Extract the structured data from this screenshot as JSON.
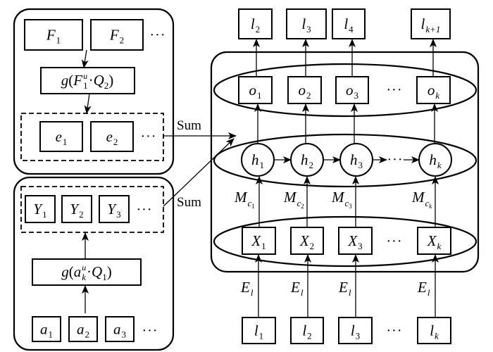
{
  "colors": {
    "stroke": "#000000",
    "background": "#ffffff"
  },
  "feature_module": {
    "inputs": [
      {
        "main": "F",
        "sub": "1"
      },
      {
        "main": "F",
        "sub": "2"
      }
    ],
    "inputs_ellipsis": "···",
    "transform": {
      "fn": "g",
      "open": "(",
      "var": "F",
      "sup": "u",
      "sub": "1",
      "dot": "·",
      "q": "Q",
      "q_sub": "2",
      "close": ")"
    },
    "outputs": [
      {
        "main": "e",
        "sub": "1"
      },
      {
        "main": "e",
        "sub": "2"
      }
    ],
    "outputs_ellipsis": "···",
    "sum_label": "Sum"
  },
  "attribute_module": {
    "outputs": [
      {
        "main": "Y",
        "sub": "1"
      },
      {
        "main": "Y",
        "sub": "2"
      },
      {
        "main": "Y",
        "sub": "3"
      }
    ],
    "outputs_ellipsis": "···",
    "transform": {
      "fn": "g",
      "open": "(",
      "var": "a",
      "sup": "u",
      "sub": "k",
      "dot": "·",
      "q": "Q",
      "q_sub": "1",
      "close": ")"
    },
    "inputs": [
      {
        "main": "a",
        "sub": "1"
      },
      {
        "main": "a",
        "sub": "2"
      },
      {
        "main": "a",
        "sub": "3"
      }
    ],
    "inputs_ellipsis": "···",
    "sum_label": "Sum"
  },
  "sequence_model": {
    "targets": [
      {
        "main": "l",
        "sub": "2"
      },
      {
        "main": "l",
        "sub": "3"
      },
      {
        "main": "l",
        "sub": "4"
      },
      {
        "main": "l",
        "sub": "k+1"
      }
    ],
    "outputs": [
      {
        "main": "o",
        "sub": "1"
      },
      {
        "main": "o",
        "sub": "2"
      },
      {
        "main": "o",
        "sub": "3"
      },
      {
        "main": "o",
        "sub": "k"
      }
    ],
    "outputs_ellipsis": "···",
    "hidden": [
      {
        "main": "h",
        "sub": "1"
      },
      {
        "main": "h",
        "sub": "2"
      },
      {
        "main": "h",
        "sub": "3"
      },
      {
        "main": "h",
        "sub": "k"
      }
    ],
    "hidden_ellipsis": "···",
    "context_weights": [
      {
        "main": "M",
        "sub": "c",
        "subsub": "1"
      },
      {
        "main": "M",
        "sub": "c",
        "subsub": "2"
      },
      {
        "main": "M",
        "sub": "c",
        "subsub": "3"
      },
      {
        "main": "M",
        "sub": "c",
        "subsub": "k"
      }
    ],
    "inputs": [
      {
        "main": "X",
        "sub": "1"
      },
      {
        "main": "X",
        "sub": "2"
      },
      {
        "main": "X",
        "sub": "3"
      },
      {
        "main": "X",
        "sub": "k"
      }
    ],
    "inputs_ellipsis": "···",
    "embedding_labels": [
      {
        "main": "E",
        "sub": "l"
      },
      {
        "main": "E",
        "sub": "l"
      },
      {
        "main": "E",
        "sub": "l"
      },
      {
        "main": "E",
        "sub": "l"
      }
    ],
    "tokens": [
      {
        "main": "l",
        "sub": "1"
      },
      {
        "main": "l",
        "sub": "2"
      },
      {
        "main": "l",
        "sub": "3"
      },
      {
        "main": "l",
        "sub": "k"
      }
    ],
    "tokens_ellipsis": "···"
  }
}
